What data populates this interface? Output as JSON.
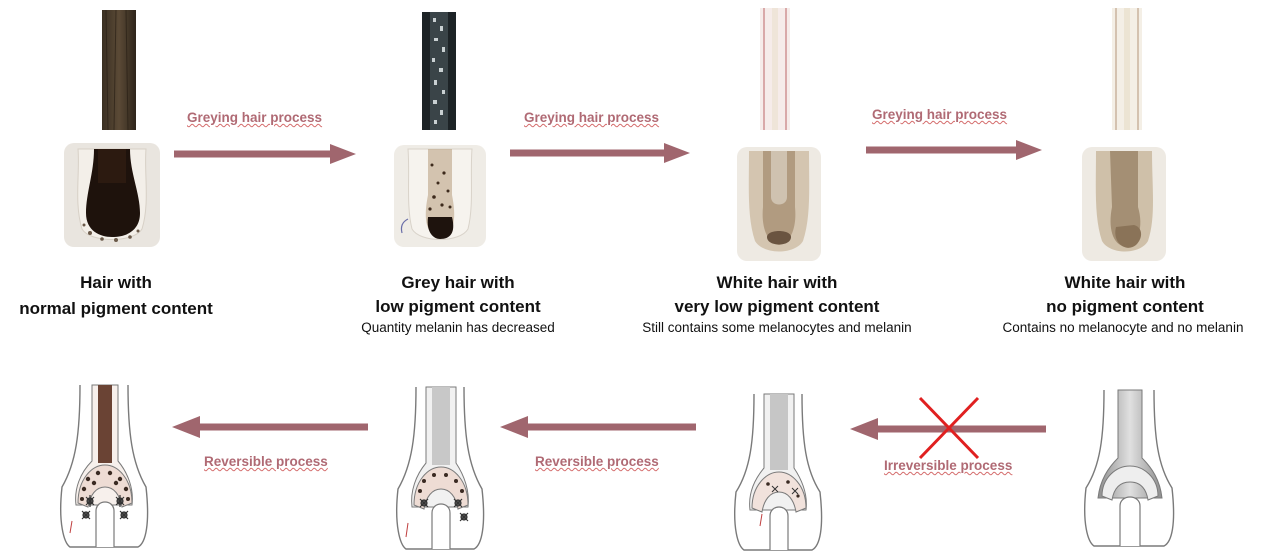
{
  "stages": [
    {
      "title_line1": "Hair with",
      "title_line2": "normal pigment content",
      "subtitle": ""
    },
    {
      "title_line1": "Grey hair with",
      "title_line2": "low pigment content",
      "subtitle": "Quantity melanin has decreased"
    },
    {
      "title_line1": "White hair with",
      "title_line2": "very low pigment content",
      "subtitle": "Still contains some melanocytes and melanin"
    },
    {
      "title_line1": "White hair with",
      "title_line2": "no pigment content",
      "subtitle": "Contains no melanocyte and no melanin"
    }
  ],
  "top_arrows": [
    {
      "label": "Greying hair process"
    },
    {
      "label": "Greying hair process"
    },
    {
      "label": "Greying hair process"
    }
  ],
  "bottom_arrows": [
    {
      "label": "Reversible process"
    },
    {
      "label": "Reversible process"
    },
    {
      "label": "Irreversible process",
      "crossed": true
    }
  ],
  "colors": {
    "arrow": "#a0666e",
    "label": "#b06a74",
    "cross": "#e02020"
  }
}
